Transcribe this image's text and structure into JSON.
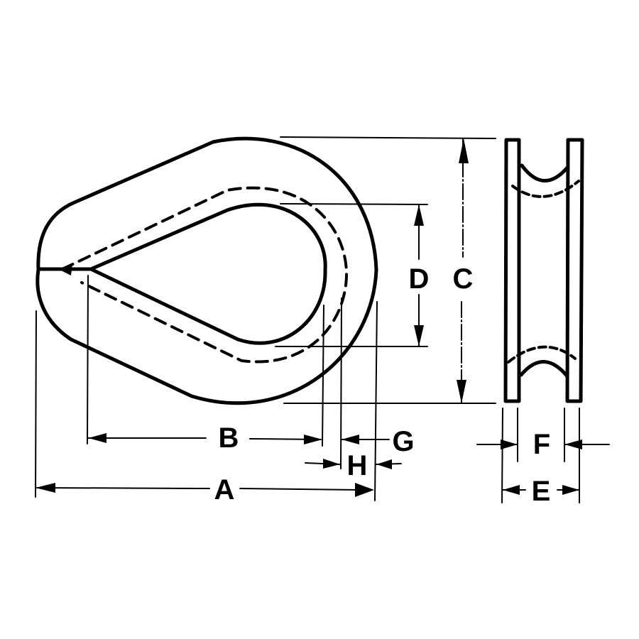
{
  "diagram": {
    "subject": "wire rope thimble",
    "views": [
      "side view",
      "edge view"
    ],
    "labels": {
      "A": "A",
      "B": "B",
      "C": "C",
      "D": "D",
      "E": "E",
      "F": "F",
      "G": "G",
      "H": "H"
    },
    "colors": {
      "line": "#000000",
      "background": "#ffffff"
    }
  }
}
